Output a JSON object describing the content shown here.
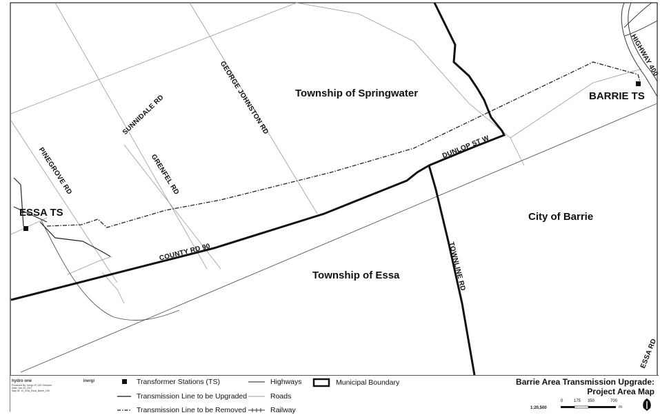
{
  "map": {
    "area_labels": {
      "springwater": "Township of Springwater",
      "barrie": "City of Barrie",
      "essa": "Township of Essa"
    },
    "station_labels": {
      "essa_ts": "ESSA TS",
      "barrie_ts": "BARRIE TS"
    },
    "road_labels": {
      "sunnidale": "SUNNIDALE RD",
      "george_johnston": "GEORGE JOHNSTON RD",
      "grenfel": "GRENFEL RD",
      "pinegrove": "PINEGROVE RD",
      "county_rd_90": "COUNTY RD 90",
      "dunlop": "DUNLOP ST W",
      "townline": "TOWNLINE RD",
      "highway_400": "HIGHWAY 400",
      "essa_rd": "ESSA RD"
    }
  },
  "legend": {
    "transformer_stations": "Transformer Stations (TS)",
    "line_upgraded": "Transmission Line to be Upgraded",
    "line_removed": "Transmission Line to be Removed",
    "highways": "Highways",
    "roads": "Roads",
    "railway": "Railway",
    "municipal_boundary": "Municipal Boundary"
  },
  "credits": {
    "hydro_one": "hydro one",
    "inergi": "inergi",
    "produced_by": "Produced By: Inergi LP, GIS Services",
    "date": "Date: Jan 20, 2017",
    "map_id": "Map ID: 12_ESA_Essa_Barrie_GM"
  },
  "title": {
    "line1": "Barrie Area Transmission Upgrade:",
    "line2": "Project Area Map"
  },
  "scale": {
    "ratio": "1:20,500",
    "ticks": [
      "0",
      "175",
      "350",
      "700"
    ],
    "unit": "m"
  },
  "colors": {
    "ink": "#111111",
    "road": "#9a9a9a",
    "frame": "#222222"
  }
}
